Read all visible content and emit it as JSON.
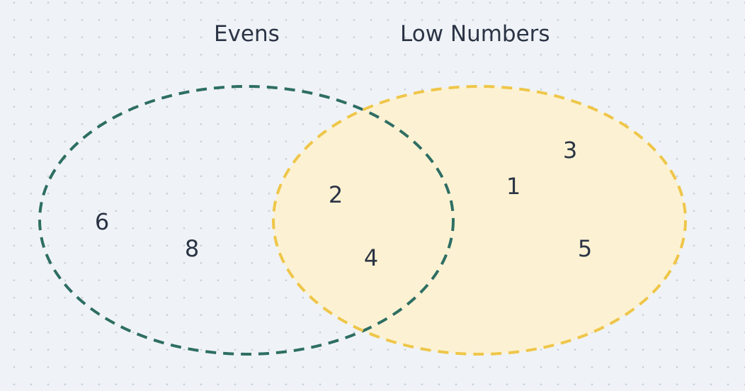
{
  "diagram": {
    "type": "venn",
    "sets": [
      {
        "id": "evens",
        "label": "Evens",
        "stroke": "#2e6e63",
        "fill": "none",
        "border": "dashed"
      },
      {
        "id": "low",
        "label": "Low Numbers",
        "stroke": "#efc64a",
        "fill": "#fcf2d3",
        "border": "dashed"
      }
    ],
    "regions": {
      "evens_only": [
        "6",
        "8"
      ],
      "both": [
        "2",
        "4"
      ],
      "low_only": [
        "1",
        "3",
        "5"
      ]
    }
  },
  "colors": {
    "background": "#eff3f7",
    "grid_dots": "#c9ced5",
    "text": "#2b3445"
  }
}
